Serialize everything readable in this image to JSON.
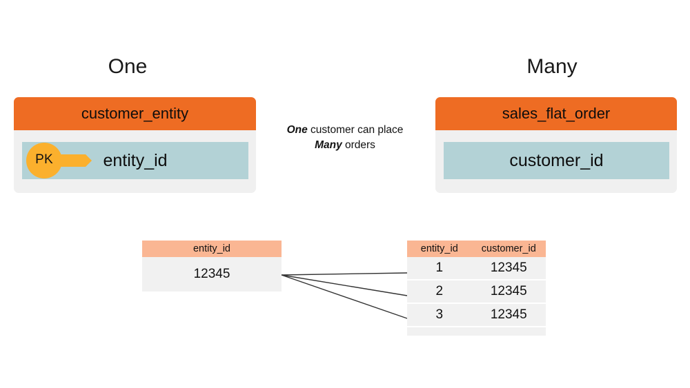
{
  "diagram": {
    "cardinality_labels": {
      "left": "One",
      "right": "Many"
    },
    "relationship_caption_parts": {
      "bold_one": "One",
      "text_mid": " customer can place ",
      "bold_many": "Many",
      "text_end": " orders"
    },
    "relationship_caption_plain": "One customer can place Many orders"
  },
  "entities": {
    "customer": {
      "title": "customer_entity",
      "field_label": "entity_id",
      "key_badge": "PK"
    },
    "order": {
      "title": "sales_flat_order",
      "field_label": "customer_id"
    }
  },
  "sample_data": {
    "one_side": {
      "columns": [
        "entity_id"
      ],
      "rows": [
        [
          "12345"
        ]
      ]
    },
    "many_side": {
      "columns": [
        "entity_id",
        "customer_id"
      ],
      "rows": [
        [
          "1",
          "12345"
        ],
        [
          "2",
          "12345"
        ],
        [
          "3",
          "12345"
        ]
      ]
    }
  },
  "colors": {
    "background": "#ffffff",
    "entity_header_orange": "#ee6c23",
    "entity_card_gray": "#f0f0f0",
    "entity_field_teal": "#b3d2d6",
    "key_badge_yellow": "#fbb02d",
    "table_header_peach": "#fab693",
    "table_body_gray": "#f1f1f1",
    "connector_line": "#333333",
    "text": "#111111"
  }
}
